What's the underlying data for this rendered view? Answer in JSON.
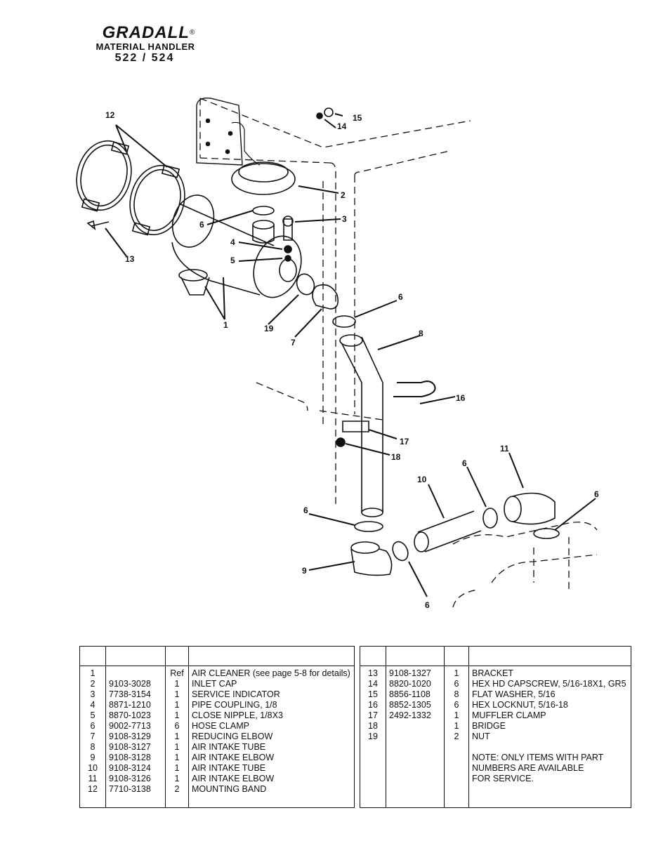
{
  "header": {
    "brand": "GRADALL",
    "registered": "®",
    "subtitle": "MATERIAL HANDLER",
    "model": "522 / 524"
  },
  "diagram": {
    "callouts": [
      "12",
      "15",
      "14",
      "2",
      "3",
      "6",
      "4",
      "5",
      "13",
      "1",
      "19",
      "7",
      "6",
      "8",
      "16",
      "17",
      "18",
      "11",
      "10",
      "6",
      "6",
      "6",
      "9",
      "6"
    ]
  },
  "table_left": {
    "rows": [
      {
        "item": "1",
        "part": "",
        "qty": "Ref",
        "desc": "AIR CLEANER (see page 5-8 for details)"
      },
      {
        "item": "2",
        "part": "9103-3028",
        "qty": "1",
        "desc": "INLET CAP"
      },
      {
        "item": "3",
        "part": "7738-3154",
        "qty": "1",
        "desc": "SERVICE INDICATOR"
      },
      {
        "item": "4",
        "part": "8871-1210",
        "qty": "1",
        "desc": "PIPE COUPLING, 1/8"
      },
      {
        "item": "5",
        "part": "8870-1023",
        "qty": "1",
        "desc": "CLOSE NIPPLE, 1/8X3"
      },
      {
        "item": "6",
        "part": "9002-7713",
        "qty": "6",
        "desc": "HOSE CLAMP"
      },
      {
        "item": "7",
        "part": "9108-3129",
        "qty": "1",
        "desc": "REDUCING ELBOW"
      },
      {
        "item": "8",
        "part": "9108-3127",
        "qty": "1",
        "desc": "AIR INTAKE TUBE"
      },
      {
        "item": "9",
        "part": "9108-3128",
        "qty": "1",
        "desc": "AIR INTAKE ELBOW"
      },
      {
        "item": "10",
        "part": "9108-3124",
        "qty": "1",
        "desc": "AIR INTAKE TUBE"
      },
      {
        "item": "11",
        "part": "9108-3126",
        "qty": "1",
        "desc": "AIR INTAKE ELBOW"
      },
      {
        "item": "12",
        "part": "7710-3138",
        "qty": "2",
        "desc": "MOUNTING BAND"
      }
    ]
  },
  "table_right": {
    "rows": [
      {
        "item": "13",
        "part": "9108-1327",
        "qty": "1",
        "desc": "BRACKET"
      },
      {
        "item": "14",
        "part": "8820-1020",
        "qty": "6",
        "desc": "HEX HD CAPSCREW, 5/16-18X1, GR5"
      },
      {
        "item": "15",
        "part": "8856-1108",
        "qty": "8",
        "desc": "FLAT WASHER, 5/16"
      },
      {
        "item": "16",
        "part": "8852-1305",
        "qty": "6",
        "desc": "HEX LOCKNUT, 5/16-18"
      },
      {
        "item": "17",
        "part": "2492-1332",
        "qty": "1",
        "desc": "MUFFLER CLAMP"
      },
      {
        "item": "18",
        "part": "",
        "qty": "1",
        "desc": "BRIDGE"
      },
      {
        "item": "19",
        "part": "",
        "qty": "2",
        "desc": "NUT"
      }
    ],
    "note": [
      "NOTE: ONLY ITEMS WITH PART",
      "            NUMBERS ARE AVAILABLE",
      "             FOR SERVICE."
    ]
  }
}
